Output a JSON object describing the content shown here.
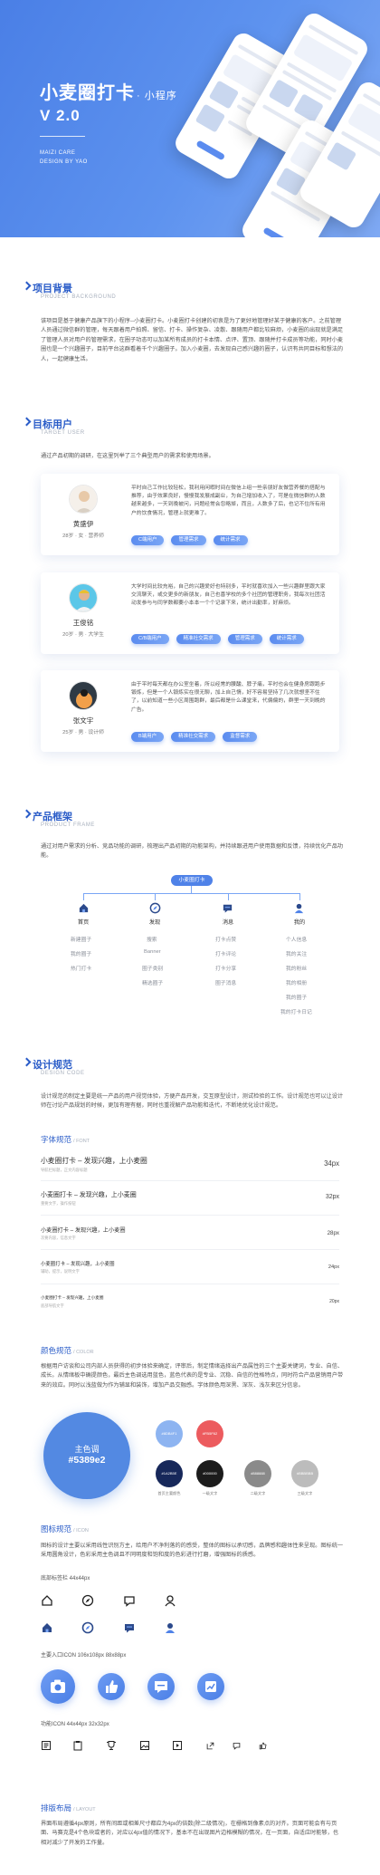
{
  "hero": {
    "title": "小麦圈打卡",
    "title_suffix": "· 小程序",
    "version": "V 2.0",
    "meta_line1": "MAIZI CARE",
    "meta_line2": "DESIGN BY YAO"
  },
  "background": {
    "title": "项目背景",
    "title_en": "PROJECT BACKGROUND",
    "text": "该项目是基于健康产品旗下的小程序--小麦圈打卡。小麦圈打卡创建的初衷是为了更好地管理好某于健康的客户。之前管理人员通过微信群的管理，每天跟着用户拍照、留信、打卡、操作复杂、凌散、跟随用户都比较麻烦，小麦圈的出现就是满足了管理人员对用户的管理需求，在圈子功态可以加某所有成员的打卡本情、点评、置顶、跟随并打卡成员等功能，同时小麦圈也是一个兴趣圈子，目前平台这群看着千个兴趣圈子。加入小麦圈，去发现自己感兴趣的圈子，认识有共同目标和想法的人，一起健康生活。"
  },
  "users": {
    "title": "目标用户",
    "title_en": "TARGET USER",
    "intro": "通过产品初期的调研，在这里列举了三个典型用户的需求和使用场景。",
    "items": [
      {
        "name": "黄盛伊",
        "info": "28岁 · 女 · 营养师",
        "desc": "平时自己工作比较轻松，我利用闲暇时间在微信上组一些亲朋好友做营养餐的搭配与推荐，由于效果良好，慢慢我发展成副业，为自己增加收入了，可是在微信群的人数越来越多，一天到晚被问，问题经常会忽略掉，而且，人数多了后，也记不住所有用户的饮食情况，管理上就更难了。",
        "tags": [
          "C端用户",
          "管理需求",
          "统计需求"
        ]
      },
      {
        "name": "王俊铭",
        "info": "20岁 · 男 · 大学生",
        "desc": "大学时间比较充裕，自己的兴趣爱好也特别多，平时就喜欢加入一些兴趣群里跟大家交流聊天，或交更多的新朋友，自己也喜学校的多个社团的管理职务，我每次社团活动发参与与同学数都要小本本一个个记录下来，统计出勤率，好麻烦。",
        "tags": [
          "C/B端用户",
          "精准社交需求",
          "管理需求",
          "统计需求"
        ]
      },
      {
        "name": "张文宇",
        "info": "25岁 · 男 · 设计师",
        "desc": "由于平时每天都在办公室坐着，所以经常的腰酸、脖子痛，平时也会在健身房跟跑步锻炼，但是一个人锻炼实在很无聊，加上自己惰，好不容易坚持了几次就想坚不住了，以前知道一些小区周围跑群，最后都是什么课堂来，代偏偏的，群里一天到晚的广告。",
        "tags": [
          "B端用户",
          "精准社交需求",
          "监督需求"
        ]
      }
    ]
  },
  "framework": {
    "title": "产品框架",
    "title_en": "PRODUCT FRAME",
    "intro": "通过对用户需求的分析、竞品功能的调研，梳理出产品初期的功能架构，并持续跟进用户使用数据和反馈，持续优化产品功能。",
    "root": "小麦圈打卡",
    "columns": [
      {
        "title": "首页",
        "items": [
          "新建圈子",
          "我的圈子",
          "热门打卡"
        ]
      },
      {
        "title": "发现",
        "items": [
          "搜索",
          "Banner",
          "圈子类别",
          "精选圈子"
        ]
      },
      {
        "title": "消息",
        "items": [
          "打卡点赞",
          "打卡评论",
          "打卡分享",
          "圈子消息"
        ]
      },
      {
        "title": "我的",
        "items": [
          "个人信息",
          "我的关注",
          "我的粉丝",
          "我的相册",
          "我的圈子",
          "我的打卡日记"
        ]
      }
    ]
  },
  "design": {
    "title": "设计规范",
    "title_en": "DESIGN CODE",
    "intro": "设计规范的制定主要是统一产品的用户视觉体验，方便产品开发，交互原型设计，测试检验的工作。设计规范也可以让设计师在讨论产品规划的时候，更加有理有据，同时也重视解产品功能和迭代，不断地优化设计规范。"
  },
  "fonts": {
    "title": "字体规范",
    "title_en": "/ FONT",
    "rows": [
      {
        "text": "小麦圈打卡 – 发现兴趣，上小麦圈",
        "note": "导航栏标题，正文内容标题",
        "size": "34px"
      },
      {
        "text": "小麦圈打卡 – 发现兴趣，上小麦圈",
        "note": "重要文字，操作按钮",
        "size": "32px"
      },
      {
        "text": "小麦圈打卡 – 发现兴趣，上小麦圈",
        "note": "次要内容，信息文字",
        "size": "28px"
      },
      {
        "text": "小麦圈打卡 – 发现兴趣，上小麦圈",
        "note": "辅助，提示，说明文字",
        "size": "24px"
      },
      {
        "text": "小麦圈打卡 – 发现兴趣，上小麦圈",
        "note": "底部导航文字",
        "size": "20px"
      }
    ]
  },
  "colors": {
    "title": "颜色规范",
    "title_en": "/ COLOR",
    "intro": "根据用户访谈和公司内部人员获得的初步体验来确定，评审后，制定情绪选择出产品属性的三个主要关键词，专业、自信、成长。从情绪板中确提颜色，最后主色调选用蓝色，蓝色代表的是专业、沉稳、自信的性格特点，同时符合产品营销用户带来的效应。同时以浅蓝做为作为辅显和装饰，增加产品交融感。字体颜色用深黑、深灰、浅灰来区分信息。",
    "main_label": "主色调",
    "main_hex": "#5389e2",
    "main_color": "#5389e2",
    "swatches": [
      {
        "hex": "#8DB4F1",
        "color": "#8db4f1",
        "label": ""
      },
      {
        "hex": "#FB5F62",
        "color": "#ec5b5e",
        "label": ""
      },
      {
        "hex": "#1A2B5E",
        "color": "#17285a",
        "label": "首页主要颜色"
      },
      {
        "hex": "#000000",
        "color": "#1c1c1c",
        "label": "一级文字"
      },
      {
        "hex": "#888888",
        "color": "#8a8a8a",
        "label": "二级文字"
      },
      {
        "hex": "#BBBBBB",
        "color": "#bcbcbc",
        "label": "三级文字"
      }
    ]
  },
  "icons": {
    "title": "图标规范",
    "title_en": "/ ICON",
    "intro": "图标的设计主要以采用线性识别方主，给用户不净利落的的感受，整体的图标以承切感，品牌感和趣体性来呈现。图标统一采用圆角设计，色彩采用主色调且不同明度和饱和度的色彩进行打磨，增强图标的质感。",
    "tab_label": "底部标签栏 44x44px",
    "entry_label": "主要入口ICON 106x108px    88x88px",
    "func_label": "功能ICON 44x44px    32x32px"
  },
  "layout": {
    "title": "排版布局",
    "title_en": "/ LAYOUT",
    "text": "界面布局遵循4px原则，所有间距或相差尺寸都应为4px的倍数(除二级情况)，在栅格到像素点的对齐。页面可能会有与页面、马赛克是4个色块或者的，对应以4px值的情况下，基本不在出现图片边格模糊的情况，在一页面，自适应时能够，也相对减少了开发的工作量。"
  }
}
